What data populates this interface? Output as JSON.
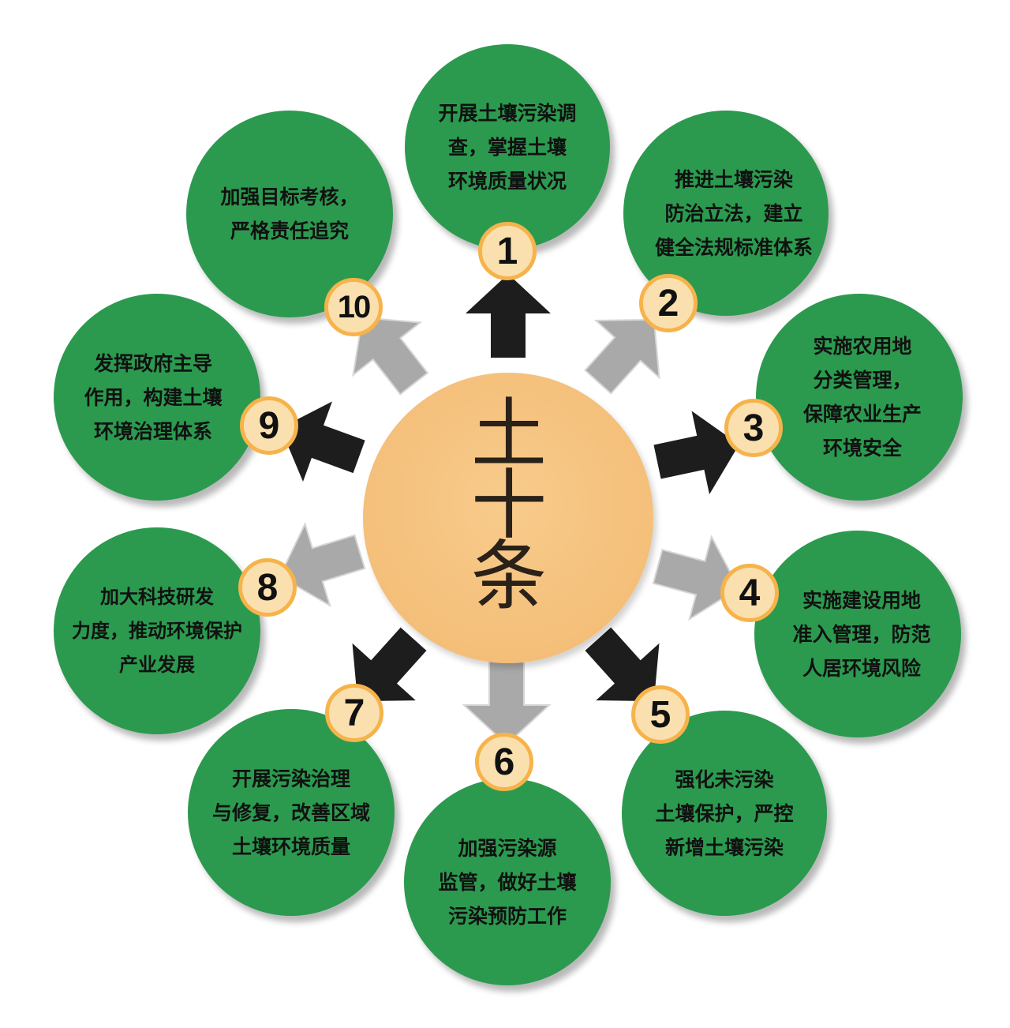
{
  "center": {
    "char_1": "土",
    "char_2": "十",
    "char_3": "条"
  },
  "colors": {
    "node_green": "#2b9a4f",
    "center_orange": "#f4bf79",
    "badge_fill": "#fae0ae",
    "badge_ring": "#f7b34b",
    "arrow_dark": "#1d1d1d",
    "arrow_gray": "#a9a9a9"
  },
  "nodes": [
    {
      "number": "1",
      "lines": [
        "开展土壤污染调",
        "查，掌握土壤",
        "环境质量状况"
      ],
      "arrow": "dark"
    },
    {
      "number": "2",
      "lines": [
        "推进土壤污染",
        "防治立法，建立",
        "健全法规标准体系"
      ],
      "arrow": "gray"
    },
    {
      "number": "3",
      "lines": [
        "实施农用地",
        "分类管理，",
        "保障农业生产",
        "环境安全"
      ],
      "arrow": "dark"
    },
    {
      "number": "4",
      "lines": [
        "实施建设用地",
        "准入管理，防范",
        "人居环境风险"
      ],
      "arrow": "gray"
    },
    {
      "number": "5",
      "lines": [
        "强化未污染",
        "土壤保护，严控",
        "新增土壤污染"
      ],
      "arrow": "dark"
    },
    {
      "number": "6",
      "lines": [
        "加强污染源",
        "监管，做好土壤",
        "污染预防工作"
      ],
      "arrow": "gray"
    },
    {
      "number": "7",
      "lines": [
        "开展污染治理",
        "与修复，改善区域",
        "土壤环境质量"
      ],
      "arrow": "dark"
    },
    {
      "number": "8",
      "lines": [
        "加大科技研发",
        "力度，推动环境保护",
        "产业发展"
      ],
      "arrow": "gray"
    },
    {
      "number": "9",
      "lines": [
        "发挥政府主导",
        "作用，构建土壤",
        "环境治理体系"
      ],
      "arrow": "dark"
    },
    {
      "number": "10",
      "lines": [
        "加强目标考核，",
        "严格责任追究"
      ],
      "arrow": "gray"
    }
  ]
}
